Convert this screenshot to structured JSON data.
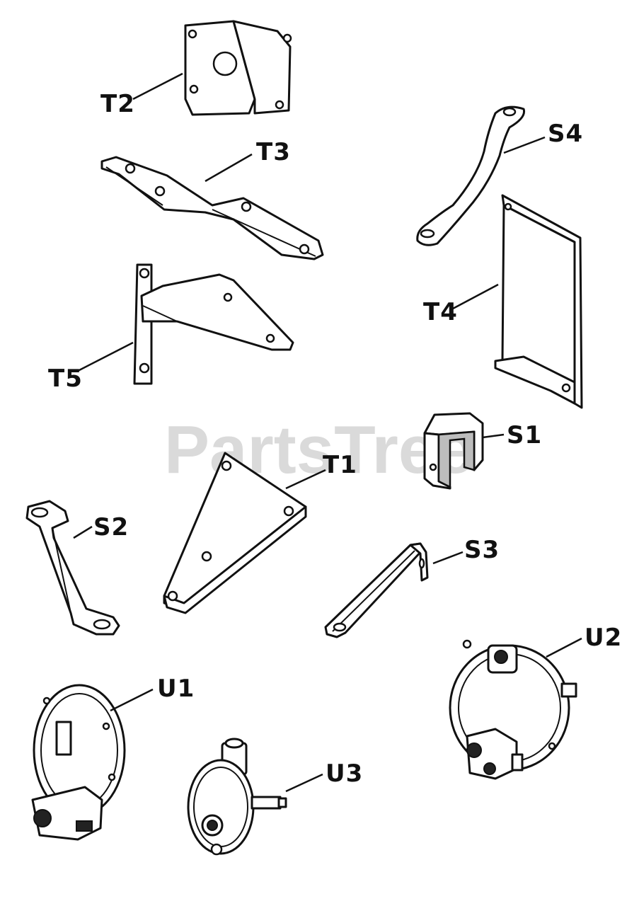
{
  "watermark": "PartsTree",
  "labels": {
    "t2": "T2",
    "t3": "T3",
    "s4": "S4",
    "t4": "T4",
    "t5": "T5",
    "s1": "S1",
    "t1": "T1",
    "s2": "S2",
    "s3": "S3",
    "u2": "U2",
    "u1": "U1",
    "u3": "U3"
  }
}
